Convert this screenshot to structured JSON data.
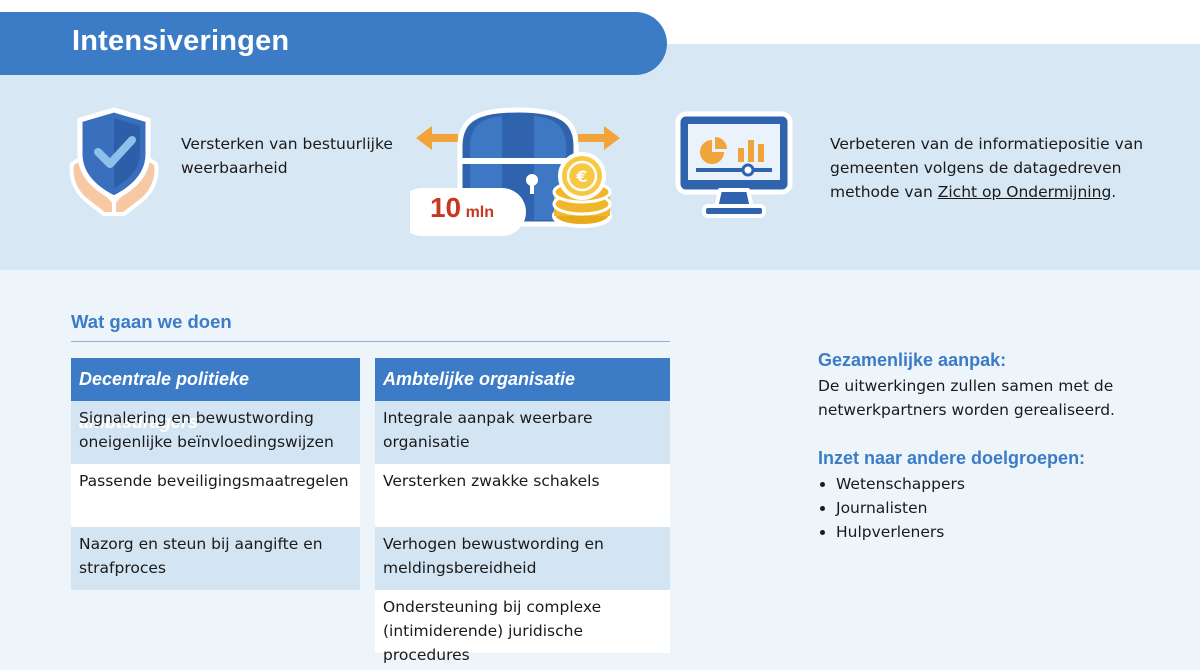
{
  "header": {
    "title": "Intensiveringen"
  },
  "top": {
    "item_left": "Versterken van bestuurlijke weerbaarheid",
    "budget_amount": "10",
    "budget_unit": "mln",
    "item_right_pre": "Verbeteren van de informatiepositie van gemeenten volgens de datagedreven methode van ",
    "item_right_link": "Zicht op Ondermijning",
    "item_right_post": "."
  },
  "icons": {
    "shield": "shield-hands-icon",
    "chest": "treasure-chest-coins-icon",
    "monitor": "monitor-chart-icon"
  },
  "section": {
    "title": "Wat gaan we doen",
    "columns": [
      {
        "heading": "Decentrale politieke ambtsdragers",
        "rows": [
          "Signalering en bewustwording oneigenlijke beïnvloedingswijzen",
          "Passende beveiligingsmaatregelen",
          "Nazorg en steun bij aangifte en strafproces"
        ]
      },
      {
        "heading": "Ambtelijke organisatie",
        "rows": [
          "Integrale aanpak weerbare organisatie",
          "Versterken zwakke schakels",
          "Verhogen bewustwording en meldingsbereidheid",
          "Ondersteuning bij complexe (intimiderende) juridische procedures"
        ]
      }
    ]
  },
  "side": {
    "joint_title": "Gezamenlijke aanpak:",
    "joint_text": "De uitwerkingen zullen samen met de netwerkpartners  worden gerealiseerd.",
    "target_title": "Inzet naar andere doelgroepen:",
    "targets": [
      "Wetenschappers",
      "Journalisten",
      "Hulpverleners"
    ]
  },
  "colors": {
    "accent": "#3c7cc6",
    "band_top": "#d8e7f4",
    "band_bottom": "#edf4fa",
    "cell_alt": "#d3e4f2",
    "orange": "#f0a43a",
    "red": "#c8371f"
  }
}
